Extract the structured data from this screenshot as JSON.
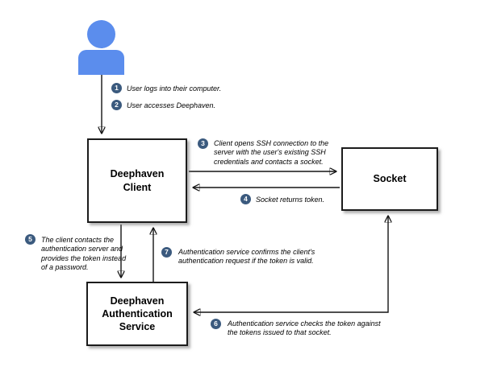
{
  "diagram": {
    "actor": {
      "name": "user"
    },
    "nodes": {
      "client": {
        "label": "Deephaven Client"
      },
      "socket": {
        "label": "Socket"
      },
      "auth": {
        "label": "Deephaven Authentication Service"
      }
    },
    "steps": [
      {
        "num": "1",
        "text": "User logs into their computer."
      },
      {
        "num": "2",
        "text": "User accesses Deephaven."
      },
      {
        "num": "3",
        "text": "Client opens SSH connection to the server with the user's existing SSH credentials and contacts a socket."
      },
      {
        "num": "4",
        "text": "Socket returns token."
      },
      {
        "num": "5",
        "text": "The client contacts the authentication server and provides the token instead of a password."
      },
      {
        "num": "6",
        "text": "Authentication service checks the token against the tokens issued to that socket."
      },
      {
        "num": "7",
        "text": "Authentication service confirms the client's authentication request if the token is valid."
      }
    ],
    "colors": {
      "actor": "#5b8ded",
      "step_badge": "#3b5a7e",
      "line": "#141414",
      "background": "#ffffff"
    }
  }
}
